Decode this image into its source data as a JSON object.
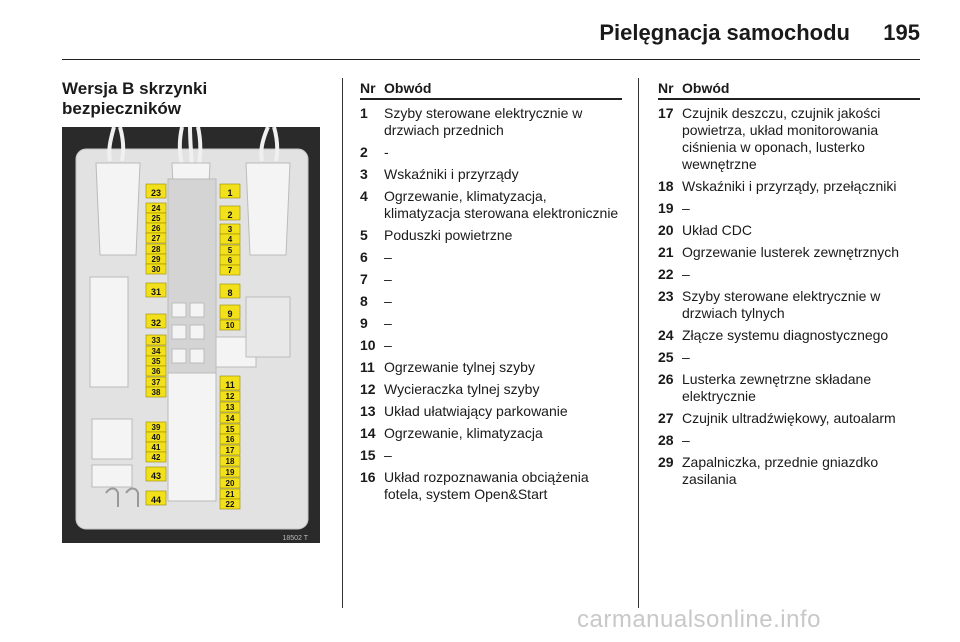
{
  "header": {
    "title": "Pielęgnacja samochodu",
    "page_number": "195"
  },
  "section_title": "Wersja B skrzynki bezpieczników",
  "table_headers": {
    "nr": "Nr",
    "circuit": "Obwód"
  },
  "column1": [
    {
      "nr": "1",
      "text": "Szyby sterowane elektrycznie w drzwiach przednich"
    },
    {
      "nr": "2",
      "text": "-"
    },
    {
      "nr": "3",
      "text": "Wskaźniki i przyrządy"
    },
    {
      "nr": "4",
      "text": "Ogrzewanie, klimatyzacja, klimatyzacja sterowana elektronicznie"
    },
    {
      "nr": "5",
      "text": "Poduszki powietrzne"
    },
    {
      "nr": "6",
      "text": "–"
    },
    {
      "nr": "7",
      "text": "–"
    },
    {
      "nr": "8",
      "text": "–"
    },
    {
      "nr": "9",
      "text": "–"
    },
    {
      "nr": "10",
      "text": "–"
    },
    {
      "nr": "11",
      "text": "Ogrzewanie tylnej szyby"
    },
    {
      "nr": "12",
      "text": "Wycieraczka tylnej szyby"
    },
    {
      "nr": "13",
      "text": "Układ ułatwiający parkowanie"
    },
    {
      "nr": "14",
      "text": "Ogrzewanie, klimatyzacja"
    },
    {
      "nr": "15",
      "text": "–"
    },
    {
      "nr": "16",
      "text": "Układ rozpoznawania obciążenia fotela, system Open&Start"
    }
  ],
  "column2": [
    {
      "nr": "17",
      "text": "Czujnik deszczu, czujnik jakości powietrza, układ monitorowania ciśnienia w oponach, lusterko wewnętrzne"
    },
    {
      "nr": "18",
      "text": "Wskaźniki i przyrządy, przełączniki"
    },
    {
      "nr": "19",
      "text": "–"
    },
    {
      "nr": "20",
      "text": "Układ CDC"
    },
    {
      "nr": "21",
      "text": "Ogrzewanie lusterek zewnętrznych"
    },
    {
      "nr": "22",
      "text": "–"
    },
    {
      "nr": "23",
      "text": "Szyby sterowane elektrycznie w drzwiach tylnych"
    },
    {
      "nr": "24",
      "text": "Złącze systemu diagnostycznego"
    },
    {
      "nr": "25",
      "text": "–"
    },
    {
      "nr": "26",
      "text": "Lusterka zewnętrzne składane elektrycznie"
    },
    {
      "nr": "27",
      "text": "Czujnik ultradźwiękowy, autoalarm"
    },
    {
      "nr": "28",
      "text": "–"
    },
    {
      "nr": "29",
      "text": "Zapalniczka, przednie gniazdko zasilania"
    }
  ],
  "diagram": {
    "code": "18502 T",
    "fuses_right": [
      "1",
      "2",
      "3",
      "4",
      "5",
      "6",
      "7",
      "8",
      "9",
      "10",
      "11",
      "12",
      "13",
      "14",
      "15",
      "16",
      "17",
      "18",
      "19",
      "20",
      "21",
      "22"
    ],
    "fuses_left": [
      "23",
      "24",
      "25",
      "26",
      "27",
      "28",
      "29",
      "30",
      "31",
      "32",
      "33",
      "34",
      "35",
      "36",
      "37",
      "38",
      "39",
      "40",
      "41",
      "42",
      "43",
      "44"
    ],
    "colors": {
      "fuse": "#f2e11a",
      "board": "#e3e3e3",
      "background": "#2a2a2a"
    }
  },
  "watermark": "carmanualsonline.info"
}
